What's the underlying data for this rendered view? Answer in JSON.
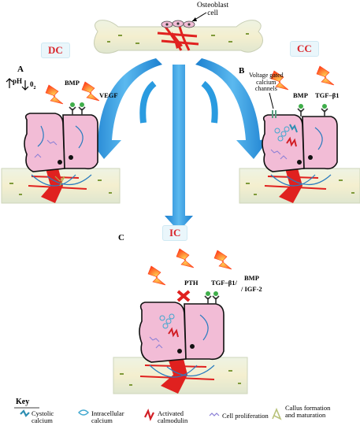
{
  "top": {
    "label_line1": "Osteoblast",
    "label_line2": "cell"
  },
  "panels": {
    "dc": {
      "tag": "DC",
      "letter": "A",
      "ph": "pH",
      "oxygen": "0",
      "oxygen_sub": "2",
      "bmp": "BMP",
      "vegf": "VEGF"
    },
    "cc": {
      "tag": "CC",
      "letter": "B",
      "vgcc_1": "Voltage gated",
      "vgcc_2": "calcium",
      "vgcc_3": "channels",
      "bmp": "BMP",
      "tgf": "TGF–β1"
    },
    "ic": {
      "tag": "IC",
      "letter": "C",
      "pth": "PTH",
      "tgf": "TGF–β1/",
      "bmp": "BMP",
      "igf": "/ IGF-2"
    }
  },
  "key": {
    "title": "Key",
    "items": [
      {
        "line1": "Cystolic",
        "line2": "calcium",
        "icon": "cytosolic-calcium-icon",
        "color": "#2f8fb3"
      },
      {
        "line1": "Intracellular",
        "line2": "calcium",
        "icon": "intracellular-calcium-icon",
        "color": "#3fa7cf"
      },
      {
        "line1": "Activated",
        "line2": "calmodulin",
        "icon": "calmodulin-icon",
        "color": "#d21f26"
      },
      {
        "line1": "Cell proliferation",
        "line2": "",
        "icon": "proliferation-icon",
        "color": "#8a7fd6"
      },
      {
        "line1": "Callus formation",
        "line2": "and maturation",
        "icon": "callus-icon",
        "color": "#b8c27a"
      }
    ]
  },
  "colors": {
    "cell": "#f2bcd6",
    "bone": "#f4efcf",
    "fracture": "#e0211f",
    "arrow": "#2a9be0",
    "tag_text": "#d9242a"
  }
}
